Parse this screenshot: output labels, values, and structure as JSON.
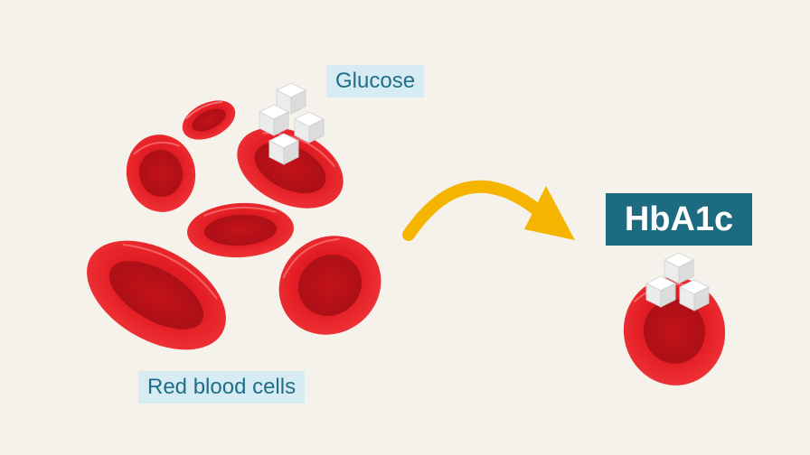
{
  "labels": {
    "glucose": "Glucose",
    "red_blood_cells": "Red blood cells",
    "result": "HbA1c"
  },
  "colors": {
    "background": "#f5f2ec",
    "cell_red": "#e31e24",
    "cell_dark": "#b5131b",
    "arrow_yellow": "#f4b400",
    "label_bg": "#d7ebf3",
    "label_text": "#1f6f8b",
    "result_bg": "#1d6b80",
    "result_text": "#ffffff",
    "sugar_cube": "#ffffff"
  },
  "icons": {
    "cell": "red-blood-cell-icon",
    "sugar": "sugar-cube-icon",
    "arrow": "curved-arrow-icon"
  }
}
